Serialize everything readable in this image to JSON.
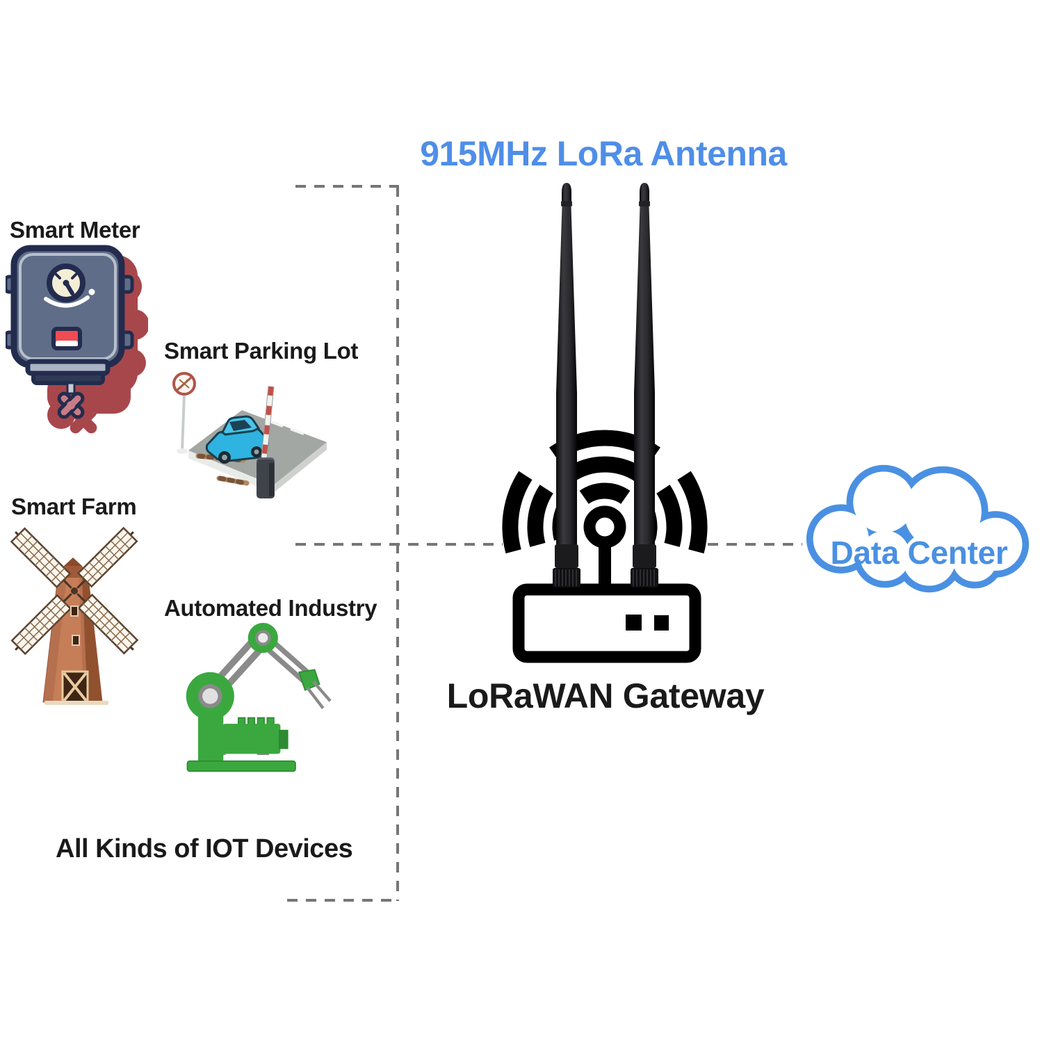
{
  "diagram": {
    "title": "915MHz LoRa Antenna",
    "gateway_label": "LoRaWAN Gateway",
    "data_center_label": "Data Center",
    "devices_caption": "All Kinds of IOT Devices",
    "devices": [
      {
        "label": "Smart Meter",
        "icon": "smart-meter-icon"
      },
      {
        "label": "Smart Parking Lot",
        "icon": "parking-lot-icon"
      },
      {
        "label": "Smart Farm",
        "icon": "windmill-icon"
      },
      {
        "label": "Automated Industry",
        "icon": "robot-arm-icon"
      }
    ],
    "colors": {
      "title_blue": "#4f8ee8",
      "cloud_blue": "#4a90e2",
      "dash_gray": "#767676",
      "text_black": "#1a1a1a"
    }
  }
}
